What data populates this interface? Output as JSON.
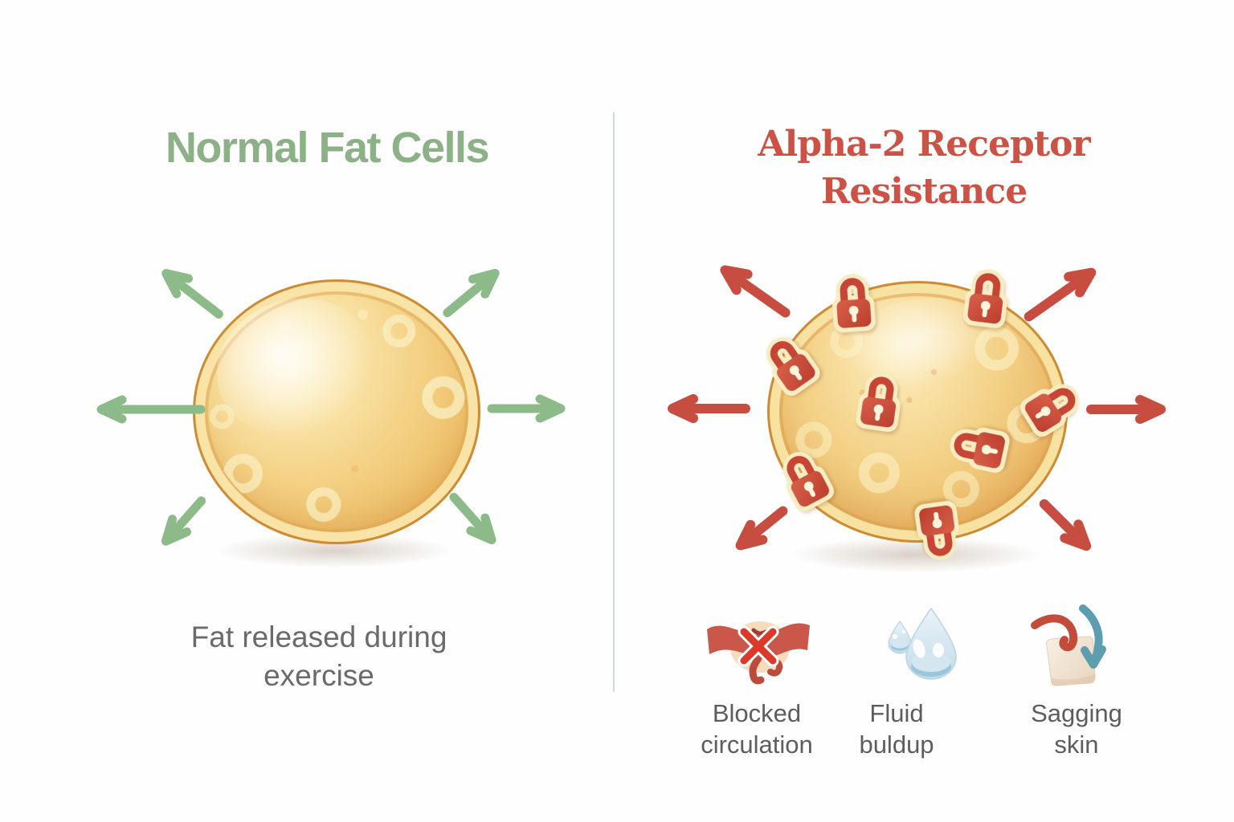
{
  "left_panel": {
    "title": "Normal Fat Cells",
    "caption_line1": "Fat released during",
    "caption_line2": "exercise"
  },
  "right_panel": {
    "title_line1": "Alpha-2 Receptor",
    "title_line2": "Resistance",
    "lock_count": 8,
    "effects": [
      {
        "icon": "blocked-circulation-icon",
        "label_line1": "Blocked",
        "label_line2": "circulation"
      },
      {
        "icon": "fluid-buildup-icon",
        "label_line1": "Fluid",
        "label_line2": "buldup"
      },
      {
        "icon": "sagging-skin-icon",
        "label_line1": "Sagging",
        "label_line2": "skin"
      }
    ]
  },
  "colors": {
    "title_green": "#8CB186",
    "title_red": "#CC5245",
    "arrow_green": "#8CBA88",
    "arrow_red": "#C74D41",
    "lock_red": "#C64534",
    "lock_outline_cream": "#F8ECC2",
    "cell_gold_light": "#FDF3CD",
    "cell_gold_dark": "#E0A24C",
    "cell_outline": "#CF8B31",
    "caption_gray": "#6A6A6A",
    "label_gray": "#5D5D5D",
    "droplet_blue": "#C2DBE9",
    "teal_arrow": "#5D9DB0",
    "skin_beige": "#F1E7D9",
    "divider_gray": "#CDD4D0"
  }
}
